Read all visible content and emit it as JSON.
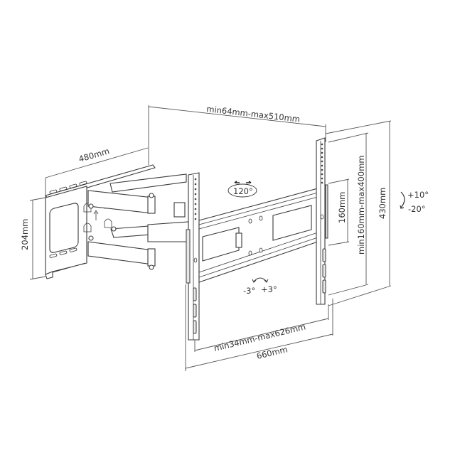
{
  "diagram": {
    "subject": "Full-motion TV wall mount bracket",
    "dimensions": {
      "vesa_horizontal_range": "min64mm-max510mm",
      "arm_extension": "480mm",
      "wall_plate_height": "204mm",
      "rotation": "120°",
      "vesa_vertical_min": "160mm",
      "vesa_vertical_range": "min160mm-max400mm",
      "rail_height": "430mm",
      "tilt_up": "+10°",
      "tilt_down": "-20°",
      "level_left": "-3°",
      "level_right": "+3°",
      "rail_spacing_range": "min34mm-max626mm",
      "overall_width": "660mm"
    },
    "colors": {
      "line": "#3a3a3a",
      "text": "#333333",
      "background": "#ffffff"
    }
  }
}
